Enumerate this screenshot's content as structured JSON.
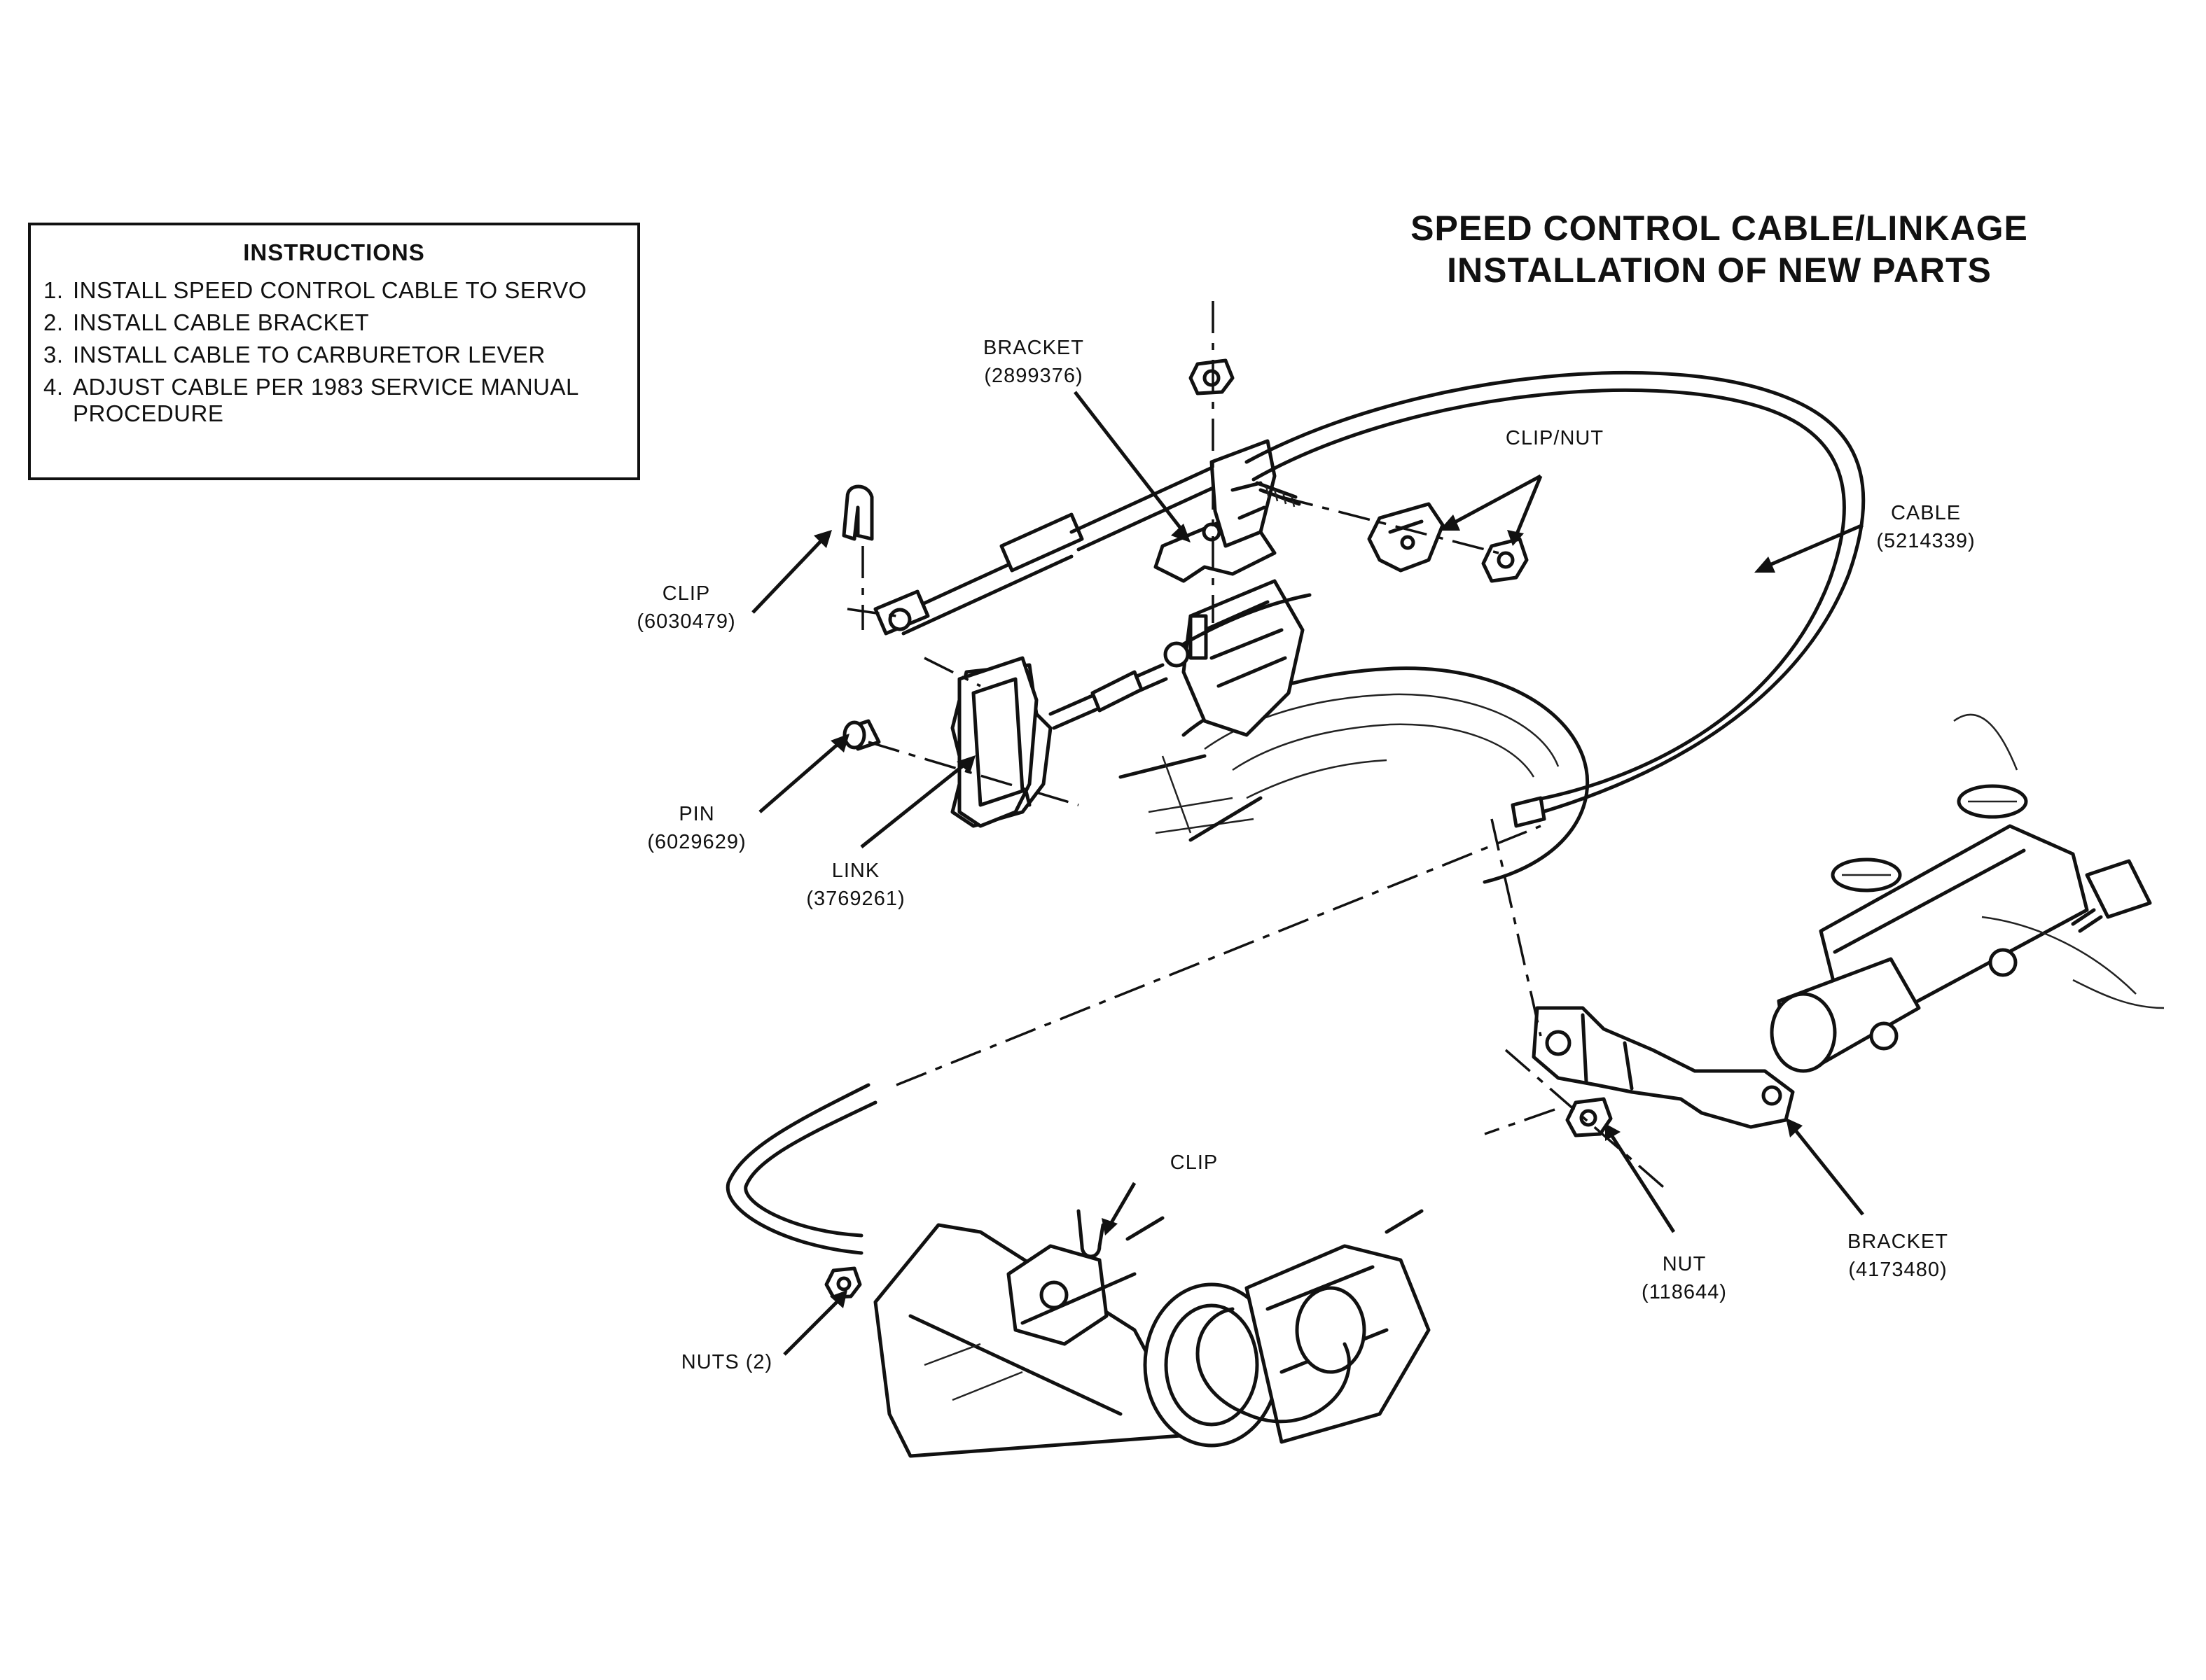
{
  "title": {
    "line1": "SPEED CONTROL CABLE/LINKAGE",
    "line2": "INSTALLATION OF NEW PARTS"
  },
  "instructions": {
    "heading": "INSTRUCTIONS",
    "items": [
      {
        "num": "1.",
        "text": "INSTALL SPEED CONTROL CABLE TO SERVO"
      },
      {
        "num": "2.",
        "text": "INSTALL CABLE BRACKET"
      },
      {
        "num": "3.",
        "text": "INSTALL CABLE TO CARBURETOR LEVER"
      },
      {
        "num": "4.",
        "text": "ADJUST CABLE PER 1983 SERVICE MANUAL PROCEDURE"
      }
    ]
  },
  "callouts": {
    "bracket_top": {
      "name": "BRACKET",
      "part": "(2899376)"
    },
    "clip_nut": {
      "name": "CLIP/NUT"
    },
    "cable": {
      "name": "CABLE",
      "part": "(5214339)"
    },
    "clip_left": {
      "name": "CLIP",
      "part": "(6030479)"
    },
    "pin": {
      "name": "PIN",
      "part": "(6029629)"
    },
    "link": {
      "name": "LINK",
      "part": "(3769261)"
    },
    "clip_lower": {
      "name": "CLIP"
    },
    "nuts": {
      "name": "NUTS (2)"
    },
    "nut": {
      "name": "NUT",
      "part": "(118644)"
    },
    "bracket_lower": {
      "name": "BRACKET",
      "part": "(4173480)"
    }
  }
}
